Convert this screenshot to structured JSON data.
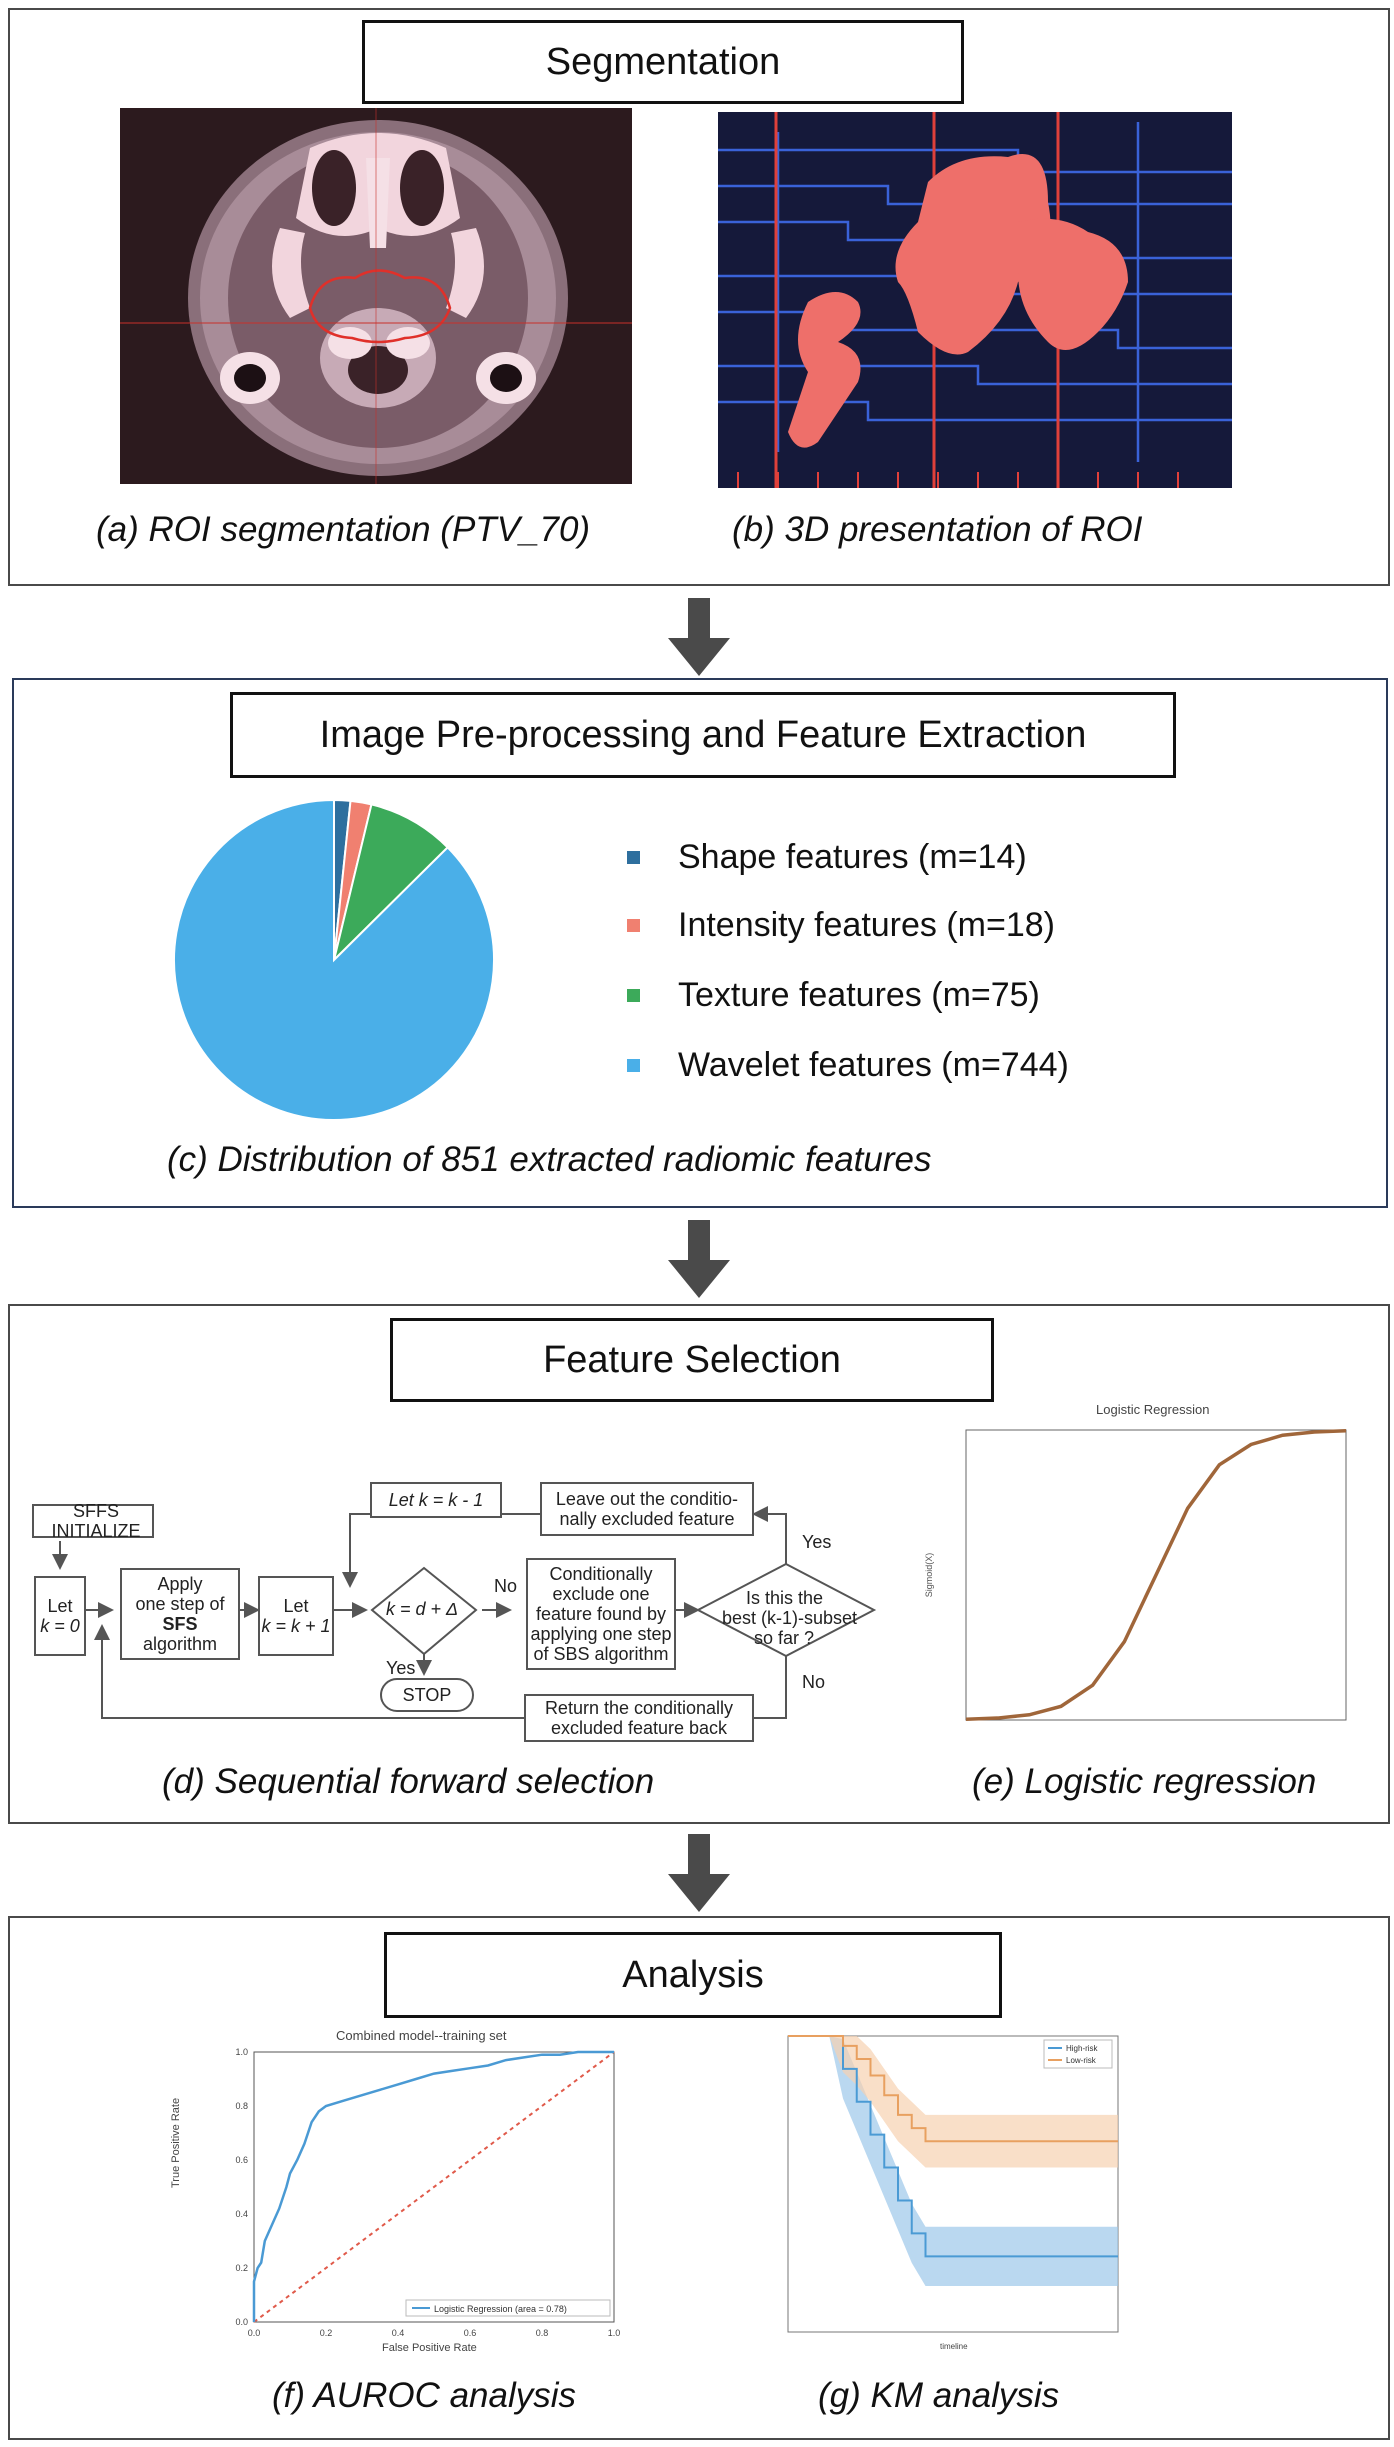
{
  "panels": {
    "segmentation": {
      "title": "Segmentation",
      "caption_a": "(a) ROI segmentation (PTV_70)",
      "caption_b": "(b) 3D presentation of ROI"
    },
    "preprocessing": {
      "title": "Image Pre-processing and Feature Extraction",
      "caption_c": "(c) Distribution of 851 extracted radiomic features",
      "legend": [
        {
          "label": "Shape features (m=14)",
          "color": "#2e6f9e"
        },
        {
          "label": "Intensity features (m=18)",
          "color": "#f08070"
        },
        {
          "label": "Texture features (m=75)",
          "color": "#3caa5a"
        },
        {
          "label": "Wavelet features (m=744)",
          "color": "#4aafe8"
        }
      ]
    },
    "feature_selection": {
      "title": "Feature Selection",
      "caption_d": "(d) Sequential forward selection",
      "caption_e": "(e) Logistic regression",
      "flowchart": {
        "init": "SFFS INITIALIZE",
        "let_k0_1": "Let",
        "let_k0_2": "k = 0",
        "apply_1": "Apply",
        "apply_2": "one step of",
        "apply_3": "SFS",
        "apply_4": "algorithm",
        "let_k1_1": "Let",
        "let_k1_2": "k = k + 1",
        "decision": "k = d + Δ",
        "yes_stop": "Yes",
        "stop": "STOP",
        "no_1": "No",
        "cond_1": "Conditionally",
        "cond_2": "exclude one",
        "cond_3": "feature found by",
        "cond_4": "applying one step",
        "cond_5": "of SBS algorithm",
        "best_1": "Is this the",
        "best_2": "best (k-1)-subset",
        "best_3": "so far ?",
        "yes_2": "Yes",
        "no_2": "No",
        "let_km": "Let  k = k - 1",
        "leave_1": "Leave out  the conditio-",
        "leave_2": "nally excluded feature",
        "return_1": "Return the conditionally",
        "return_2": "excluded feature back"
      },
      "logistic_title": "Logistic Regression"
    },
    "analysis": {
      "title": "Analysis",
      "caption_f": "(f) AUROC analysis",
      "caption_g": "(g) KM analysis",
      "roc_title": "Combined model--training set",
      "roc_xlabel": "False Positive Rate",
      "roc_ylabel": "True Positive Rate",
      "roc_legend": "Logistic Regression (area = 0.78)",
      "km_legend": [
        "High-risk",
        "Low-risk"
      ],
      "km_xlabel": "timeline"
    }
  },
  "chart_data": [
    {
      "type": "pie",
      "labels": [
        "Shape features (m=14)",
        "Intensity features (m=18)",
        "Texture features (m=75)",
        "Wavelet features (m=744)"
      ],
      "values": [
        14,
        18,
        75,
        744
      ],
      "colors": [
        "#2e6f9e",
        "#f08070",
        "#3caa5a",
        "#4aafe8"
      ]
    },
    {
      "type": "line",
      "title": "Combined model--training set",
      "xlabel": "False Positive Rate",
      "ylabel": "True Positive Rate",
      "xlim": [
        0,
        1
      ],
      "ylim": [
        0,
        1
      ],
      "ticks": [
        0.0,
        0.2,
        0.4,
        0.6,
        0.8,
        1.0
      ],
      "series": [
        {
          "name": "Logistic Regression (area = 0.78)",
          "x": [
            0,
            0.01,
            0.02,
            0.03,
            0.05,
            0.07,
            0.09,
            0.1,
            0.12,
            0.14,
            0.16,
            0.18,
            0.2,
            0.25,
            0.3,
            0.35,
            0.4,
            0.45,
            0.5,
            0.55,
            0.6,
            0.65,
            0.7,
            0.75,
            0.8,
            0.85,
            0.9,
            1.0
          ],
          "y": [
            0.15,
            0.2,
            0.22,
            0.3,
            0.36,
            0.42,
            0.5,
            0.55,
            0.6,
            0.66,
            0.74,
            0.78,
            0.8,
            0.82,
            0.84,
            0.86,
            0.88,
            0.9,
            0.92,
            0.93,
            0.94,
            0.95,
            0.97,
            0.98,
            0.99,
            0.99,
            1.0,
            1.0
          ]
        }
      ]
    },
    {
      "type": "line",
      "title": "Logistic Regression",
      "ylabel": "Sigmoid(X)",
      "series": [
        {
          "x": [
            -6,
            -5,
            -4,
            -3,
            -2,
            -1,
            0,
            1,
            2,
            3,
            4,
            5,
            6
          ],
          "y": [
            0.0025,
            0.0067,
            0.018,
            0.047,
            0.12,
            0.27,
            0.5,
            0.73,
            0.88,
            0.95,
            0.982,
            0.993,
            0.9975
          ]
        }
      ]
    },
    {
      "type": "line",
      "xlabel": "timeline",
      "legend": [
        "High-risk",
        "Low-risk"
      ],
      "ylim": [
        0.1,
        1.0
      ],
      "xlim": [
        0,
        12
      ],
      "series": [
        {
          "name": "High-risk",
          "x": [
            0,
            1.5,
            2,
            2.5,
            3,
            3.5,
            4,
            4.5,
            5,
            12
          ],
          "y": [
            1.0,
            1.0,
            0.9,
            0.8,
            0.7,
            0.6,
            0.5,
            0.4,
            0.33,
            0.33
          ]
        },
        {
          "name": "Low-risk",
          "x": [
            0,
            1.5,
            2,
            2.5,
            3,
            3.5,
            4,
            4.5,
            5,
            12
          ],
          "y": [
            1.0,
            1.0,
            0.97,
            0.93,
            0.88,
            0.82,
            0.76,
            0.72,
            0.68,
            0.68
          ]
        }
      ]
    }
  ]
}
